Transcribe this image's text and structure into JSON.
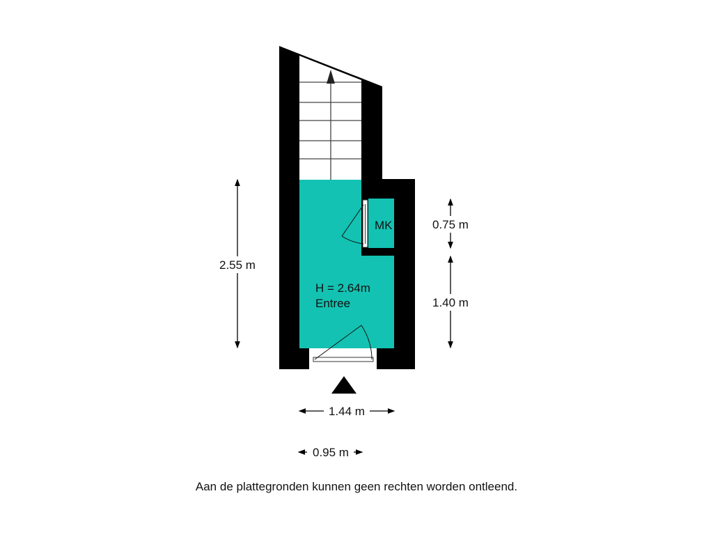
{
  "rooms": {
    "entree": {
      "label": "Entree",
      "height": "H = 2.64m"
    },
    "closet": {
      "label": "MK"
    }
  },
  "dimensions": {
    "total_depth": "2.55 m",
    "closet_depth": "0.75 m",
    "lower_depth": "1.40 m",
    "width": "1.44 m",
    "door_width": "0.95 m"
  },
  "disclaimer": "Aan de plattegronden kunnen geen rechten worden ontleend.",
  "colors": {
    "room_fill": "#13c2b2",
    "wall": "#000000"
  }
}
